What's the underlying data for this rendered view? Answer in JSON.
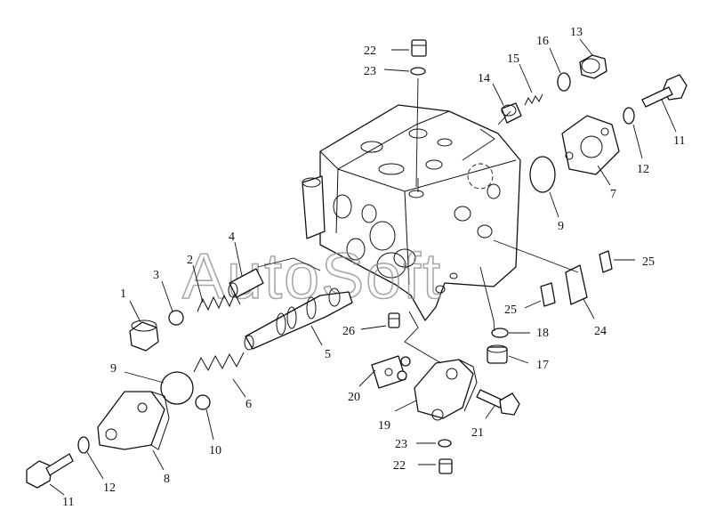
{
  "watermark": "AutoSoft",
  "callouts": [
    {
      "id": "c1",
      "label": "1"
    },
    {
      "id": "c2",
      "label": "2"
    },
    {
      "id": "c3",
      "label": "3"
    },
    {
      "id": "c4",
      "label": "4"
    },
    {
      "id": "c5",
      "label": "5"
    },
    {
      "id": "c6",
      "label": "6"
    },
    {
      "id": "c7",
      "label": "7"
    },
    {
      "id": "c8",
      "label": "8"
    },
    {
      "id": "c9a",
      "label": "9"
    },
    {
      "id": "c9b",
      "label": "9"
    },
    {
      "id": "c10",
      "label": "10"
    },
    {
      "id": "c11a",
      "label": "11"
    },
    {
      "id": "c11b",
      "label": "11"
    },
    {
      "id": "c12a",
      "label": "12"
    },
    {
      "id": "c12b",
      "label": "12"
    },
    {
      "id": "c13",
      "label": "13"
    },
    {
      "id": "c14",
      "label": "14"
    },
    {
      "id": "c15",
      "label": "15"
    },
    {
      "id": "c16",
      "label": "16"
    },
    {
      "id": "c17",
      "label": "17"
    },
    {
      "id": "c18",
      "label": "18"
    },
    {
      "id": "c19",
      "label": "19"
    },
    {
      "id": "c20",
      "label": "20"
    },
    {
      "id": "c21",
      "label": "21"
    },
    {
      "id": "c22a",
      "label": "22"
    },
    {
      "id": "c22b",
      "label": "22"
    },
    {
      "id": "c23a",
      "label": "23"
    },
    {
      "id": "c23b",
      "label": "23"
    },
    {
      "id": "c24",
      "label": "24"
    },
    {
      "id": "c25a",
      "label": "25"
    },
    {
      "id": "c25b",
      "label": "25"
    },
    {
      "id": "c26",
      "label": "26"
    }
  ]
}
